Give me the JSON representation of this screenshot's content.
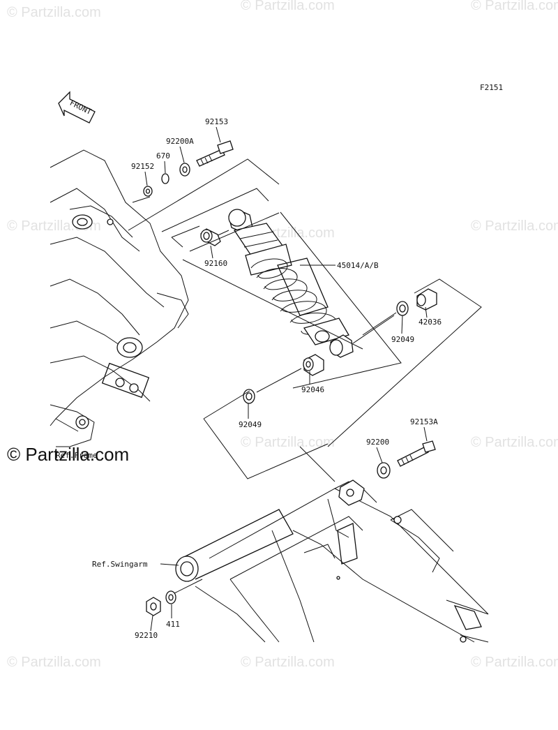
{
  "figure_code": "F2151",
  "front_arrow": {
    "text": "FRONT"
  },
  "watermark": {
    "text": "© Partzilla.com",
    "main_text": "© Partzilla.com"
  },
  "labels": {
    "p92153": "92153",
    "p92200A": "92200A",
    "p670": "670",
    "p92152": "92152",
    "p92160": "92160",
    "p45014": "45014/A/B",
    "p42036": "42036",
    "p92049_upper": "92049",
    "p92046": "92046",
    "p92049_lower": "92049",
    "p92153A": "92153A",
    "p92200": "92200",
    "ref_frame": "Ref.Frame",
    "ref_swingarm": "Ref.Swingarm",
    "p411": "411",
    "p92210": "92210"
  }
}
